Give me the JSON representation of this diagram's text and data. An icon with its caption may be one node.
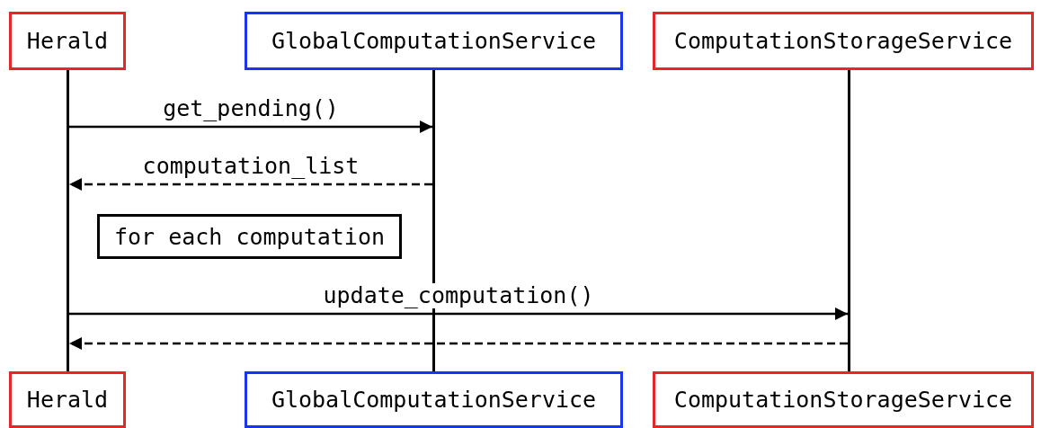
{
  "diagram": {
    "nodes": [
      {
        "text": [
          "Herald"
        ]
      },
      {
        "text": [
          "GlobalComputationService"
        ]
      },
      {
        "text": [
          "ComputationStorageService"
        ]
      },
      {
        "text": [],
        "shape": "bar"
      },
      {
        "text": [],
        "shape": "bar"
      },
      {
        "text": [],
        "shape": "bar"
      },
      {
        "text": [
          "Herald"
        ]
      },
      {
        "text": [
          "GlobalComputationService"
        ]
      },
      {
        "text": [
          "ComputationStorageService"
        ]
      },
      {
        "text": [
          "for each computation"
        ]
      }
    ],
    "edges": [
      {
        "from": 3,
        "to": 4,
        "arrow": "to",
        "label": "get_pending()"
      },
      {
        "from": 4,
        "to": 3,
        "arrow": "to",
        "label": "computation_list",
        "style": "dashed"
      },
      {
        "from": 3,
        "to": 5,
        "arrow": "to",
        "label": "update_computation()"
      },
      {
        "from": 5,
        "to": 3,
        "arrow": "to",
        "style": "dashed"
      }
    ]
  }
}
